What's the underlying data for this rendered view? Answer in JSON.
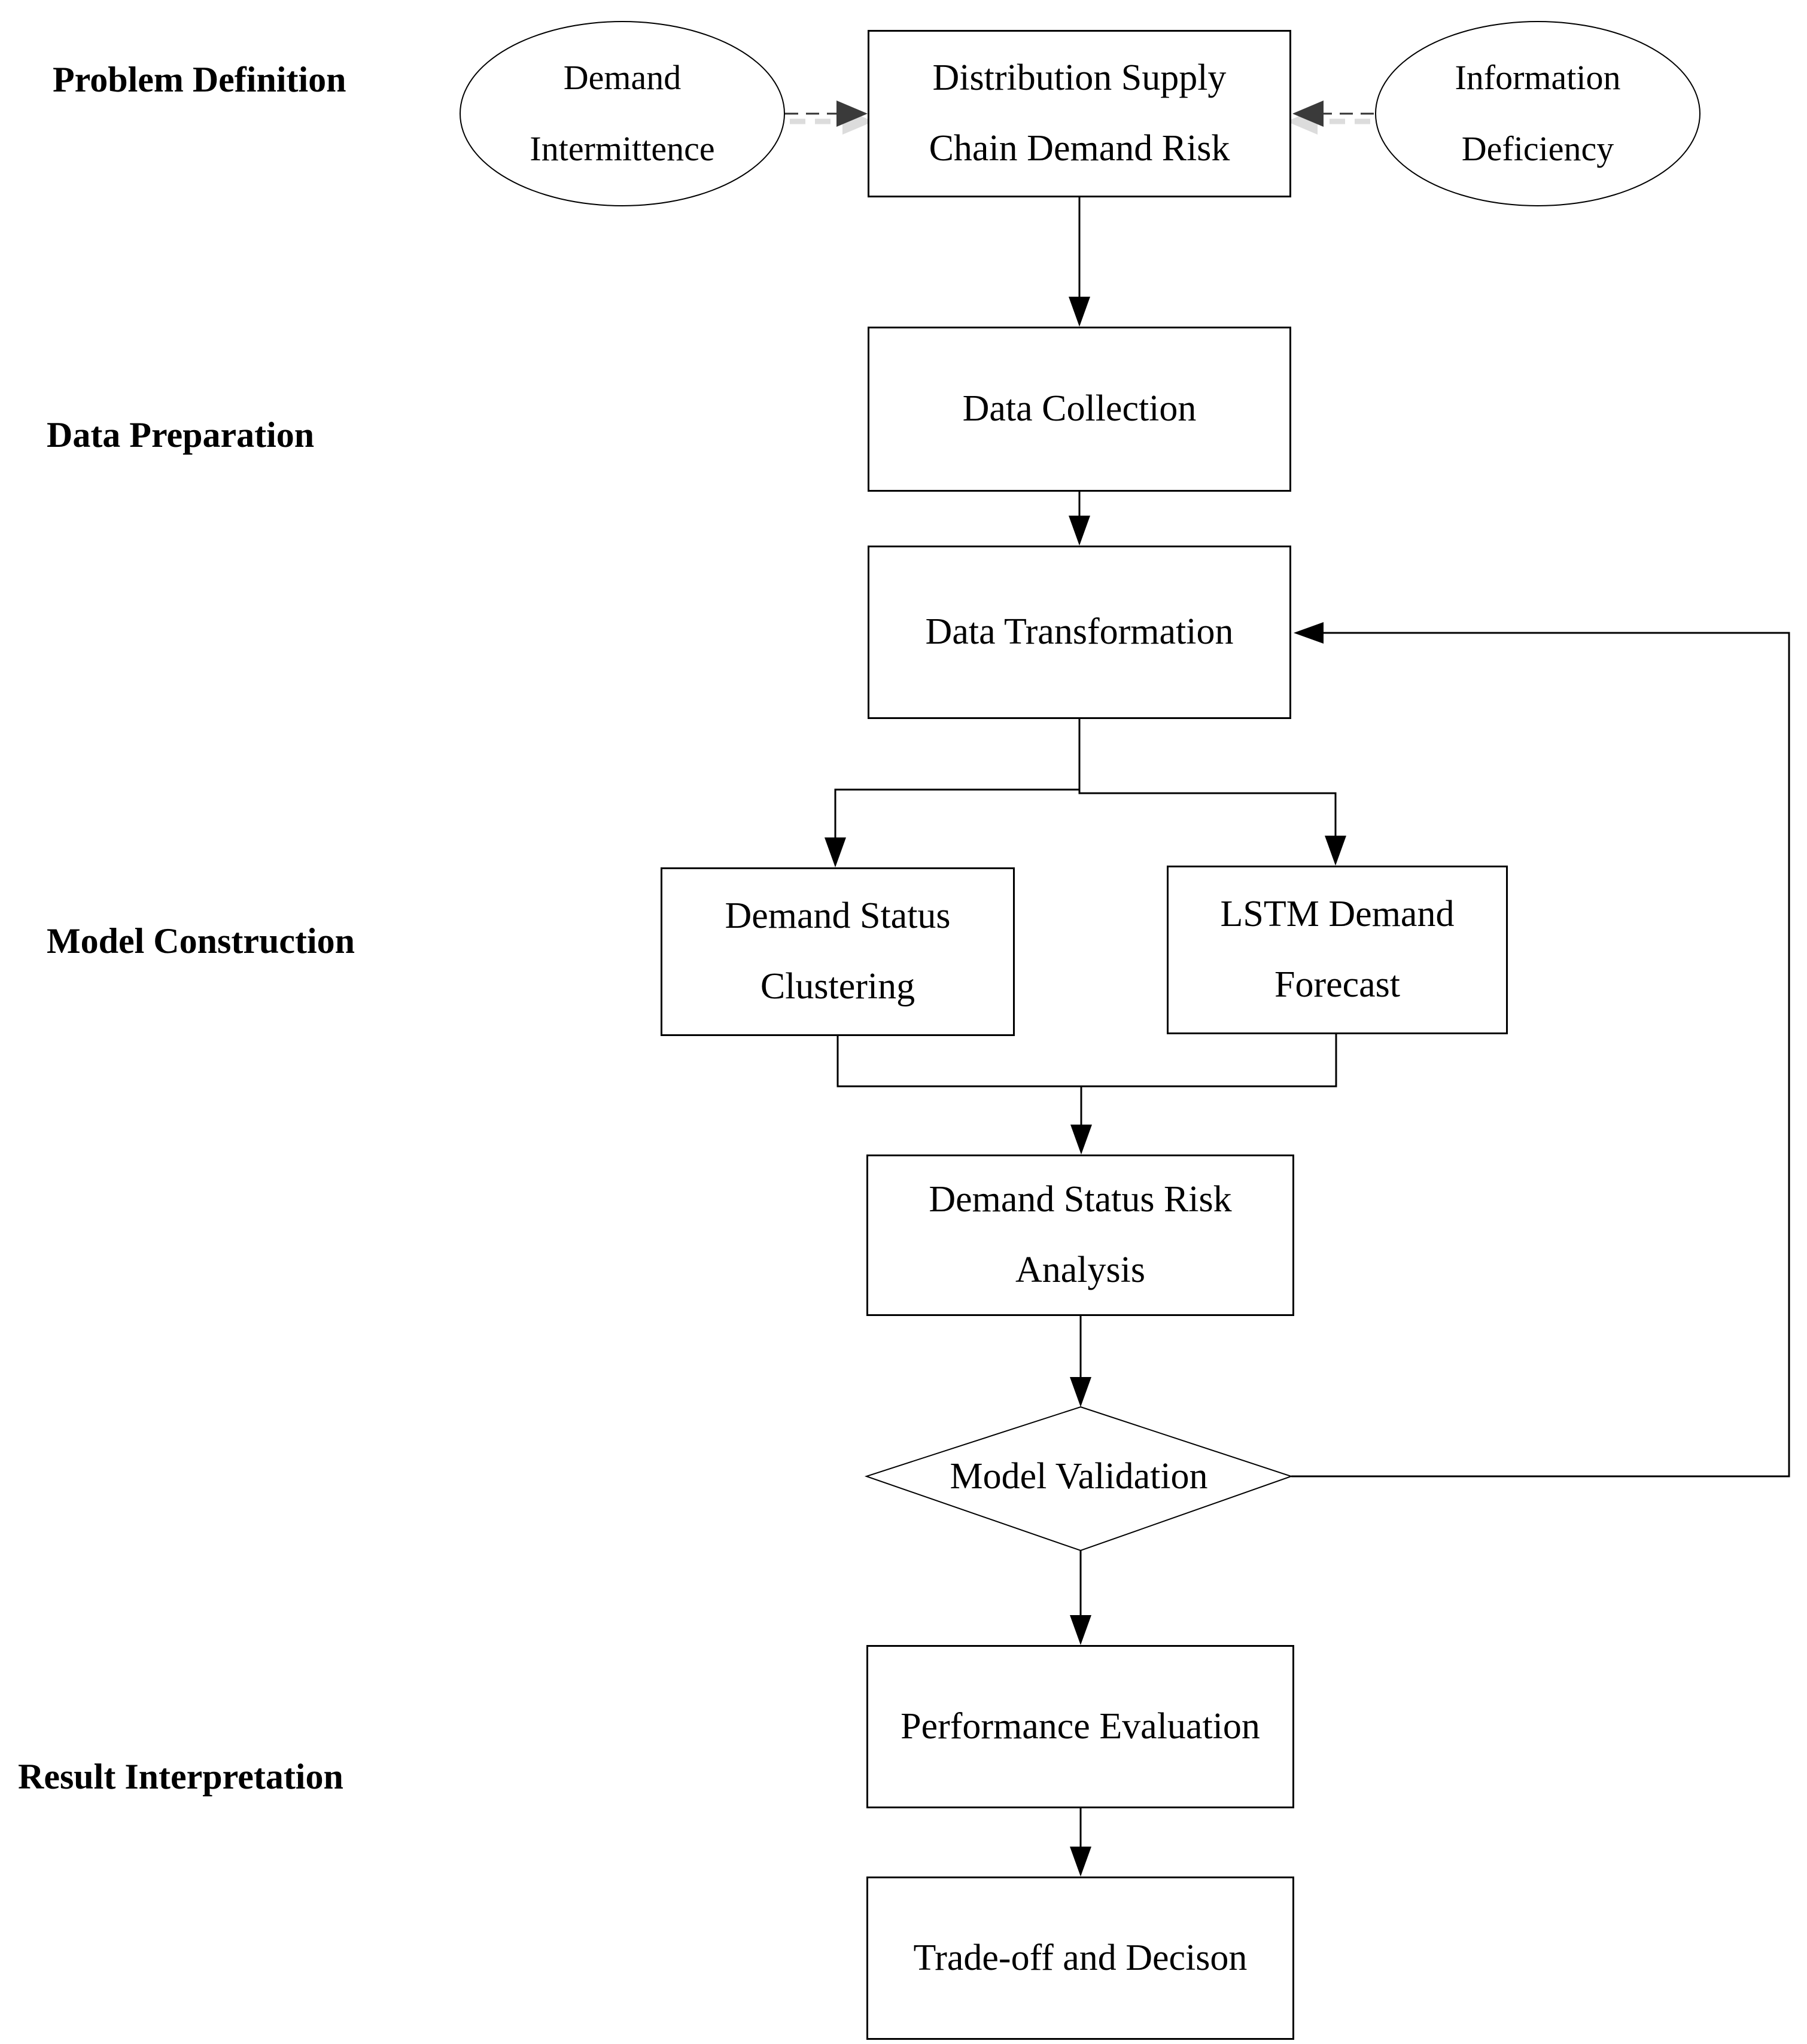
{
  "figure": {
    "background": "#ffffff",
    "stroke_color": "#000000",
    "dashed_arrow_color": "#3a3a3a",
    "dashed_shadow_color": "#dcdcdc"
  },
  "section_labels": {
    "problem_definition": "Problem Definition",
    "data_preparation": "Data Preparation",
    "model_construction": "Model Construction",
    "result_interpretation": "Result Interpretation"
  },
  "nodes": {
    "demand_intermittence": {
      "shape": "ellipse",
      "text": "Demand\nIntermittence"
    },
    "distribution_risk": {
      "shape": "rectangle",
      "text": "Distribution Supply\nChain Demand Risk"
    },
    "information_deficiency": {
      "shape": "ellipse",
      "text": "Information\nDeficiency"
    },
    "data_collection": {
      "shape": "rectangle",
      "text": "Data Collection"
    },
    "data_transformation": {
      "shape": "rectangle",
      "text": "Data Transformation"
    },
    "demand_status_clustering": {
      "shape": "rectangle",
      "text": "Demand Status\nClustering"
    },
    "lstm_demand_forecast": {
      "shape": "rectangle",
      "text": "LSTM Demand\nForecast"
    },
    "demand_status_risk_analysis": {
      "shape": "rectangle",
      "text": "Demand Status Risk\nAnalysis"
    },
    "model_validation": {
      "shape": "diamond",
      "text": "Model Validation"
    },
    "performance_evaluation": {
      "shape": "rectangle",
      "text": "Performance Evaluation"
    },
    "trade_off_decision": {
      "shape": "rectangle",
      "text": "Trade-off and Decison"
    }
  }
}
